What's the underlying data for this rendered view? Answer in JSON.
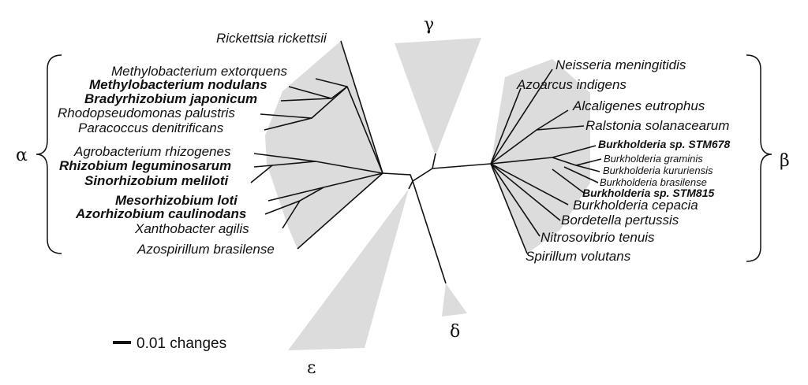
{
  "groups": {
    "alpha": "α",
    "beta": "β",
    "gamma": "γ",
    "delta": "δ",
    "epsilon": "ε"
  },
  "alpha_taxa": [
    {
      "label": "Rickettsia rickettsii",
      "bold": false
    },
    {
      "label": "Methylobacterium extorquens",
      "bold": false
    },
    {
      "label": "Methylobacterium nodulans",
      "bold": true
    },
    {
      "label": "Bradyrhizobium japonicum",
      "bold": true
    },
    {
      "label": "Rhodopseudomonas palustris",
      "bold": false
    },
    {
      "label": "Paracoccus denitrificans",
      "bold": false
    },
    {
      "label": "Agrobacterium rhizogenes",
      "bold": false
    },
    {
      "label": "Rhizobium leguminosarum",
      "bold": true
    },
    {
      "label": "Sinorhizobium meliloti",
      "bold": true
    },
    {
      "label": "Mesorhizobium loti",
      "bold": true
    },
    {
      "label": "Azorhizobium caulinodans",
      "bold": true
    },
    {
      "label": "Xanthobacter agilis",
      "bold": false
    },
    {
      "label": "Azospirillum brasilense",
      "bold": false
    }
  ],
  "beta_taxa": [
    {
      "label": "Neisseria meningitidis",
      "bold": false
    },
    {
      "label": "Azoarcus indigens",
      "bold": false
    },
    {
      "label": "Alcaligenes eutrophus",
      "bold": false
    },
    {
      "label": "Ralstonia solanacearum",
      "bold": false
    },
    {
      "label": "Burkholderia sp. STM678",
      "bold": true
    },
    {
      "label": "Burkholderia graminis",
      "bold": false
    },
    {
      "label": "Burkholderia kururiensis",
      "bold": false
    },
    {
      "label": "Burkholderia brasilense",
      "bold": false
    },
    {
      "label": "Burkholderia sp. STM815",
      "bold": true
    },
    {
      "label": "Burkholderia cepacia",
      "bold": false
    },
    {
      "label": "Bordetella pertussis",
      "bold": false
    },
    {
      "label": "Nitrosovibrio tenuis",
      "bold": false
    },
    {
      "label": "Spirillum volutans",
      "bold": false
    }
  ],
  "scale_bar": {
    "label": "0.01 changes"
  },
  "colors": {
    "clade_fill": "#dcdcdc",
    "line": "#111111"
  }
}
